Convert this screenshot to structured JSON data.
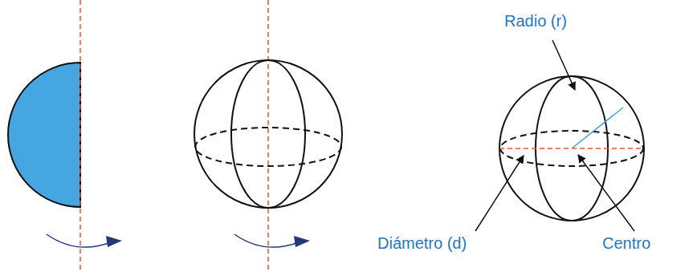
{
  "diagram": {
    "labels": [
      "Radio (r)",
      "Diámetro (d)",
      "Centro"
    ]
  }
}
